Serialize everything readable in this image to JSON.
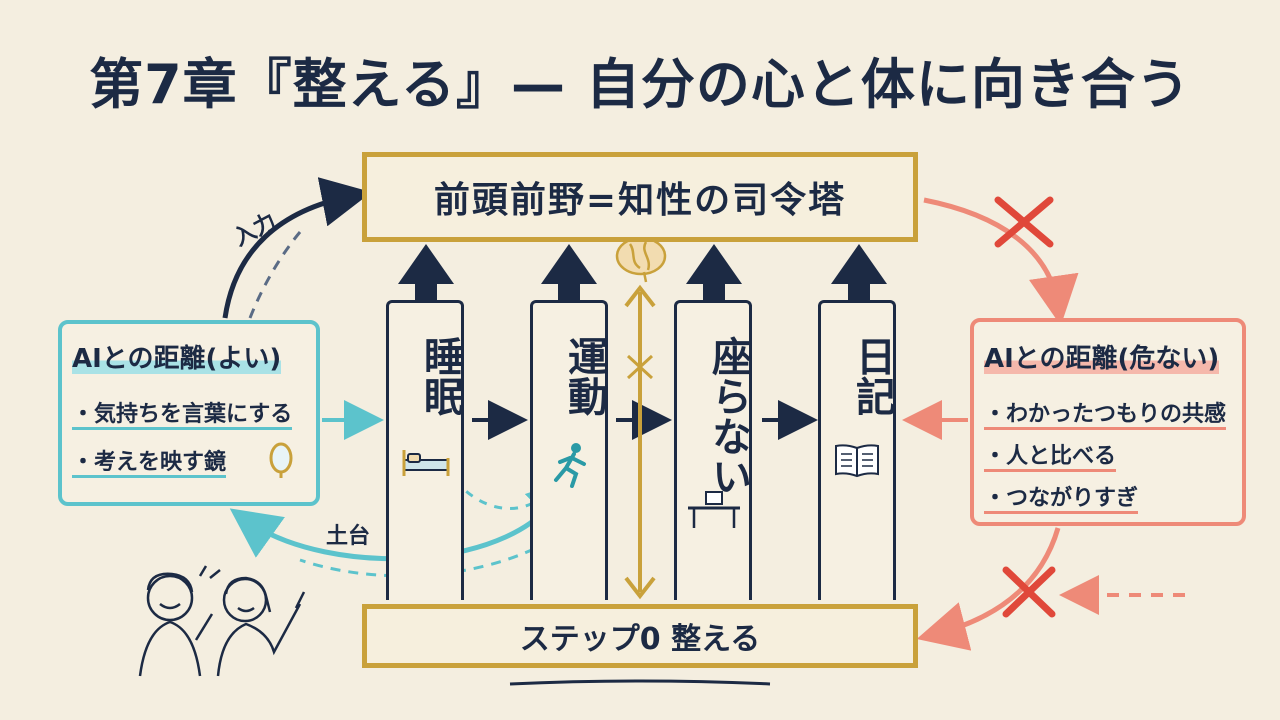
{
  "title": "第7章『整える』— 自分の心と体に向き合う",
  "top_box": "前頭前野=知性の司令塔",
  "bottom_box": "ステップ0 整える",
  "pillars": [
    {
      "label": "睡眠",
      "icon": "bed-icon"
    },
    {
      "label": "運動",
      "icon": "running-person-icon"
    },
    {
      "label": "座らない",
      "icon": "desk-icon"
    },
    {
      "label": "日記",
      "icon": "book-icon"
    }
  ],
  "left_panel": {
    "title": "AIとの距離(よい)",
    "items": [
      "・気持ちを言葉にする",
      "・考えを映す鏡"
    ],
    "icon": "mirror-icon"
  },
  "right_panel": {
    "title": "AIとの距離(危ない)",
    "items": [
      "・わかったつもりの共感",
      "・人と比べる",
      "・つながりすぎ"
    ]
  },
  "labels": {
    "input": "入力",
    "foundation": "土台"
  },
  "colors": {
    "navy": "#1c2a44",
    "gold": "#c9a13b",
    "teal": "#5cc3cc",
    "coral": "#ee8a78",
    "red_x": "#e0483a",
    "background": "#f4eee0"
  },
  "icons": [
    "brain-icon",
    "people-icon",
    "x-mark-icon",
    "double-arrow-icon"
  ]
}
